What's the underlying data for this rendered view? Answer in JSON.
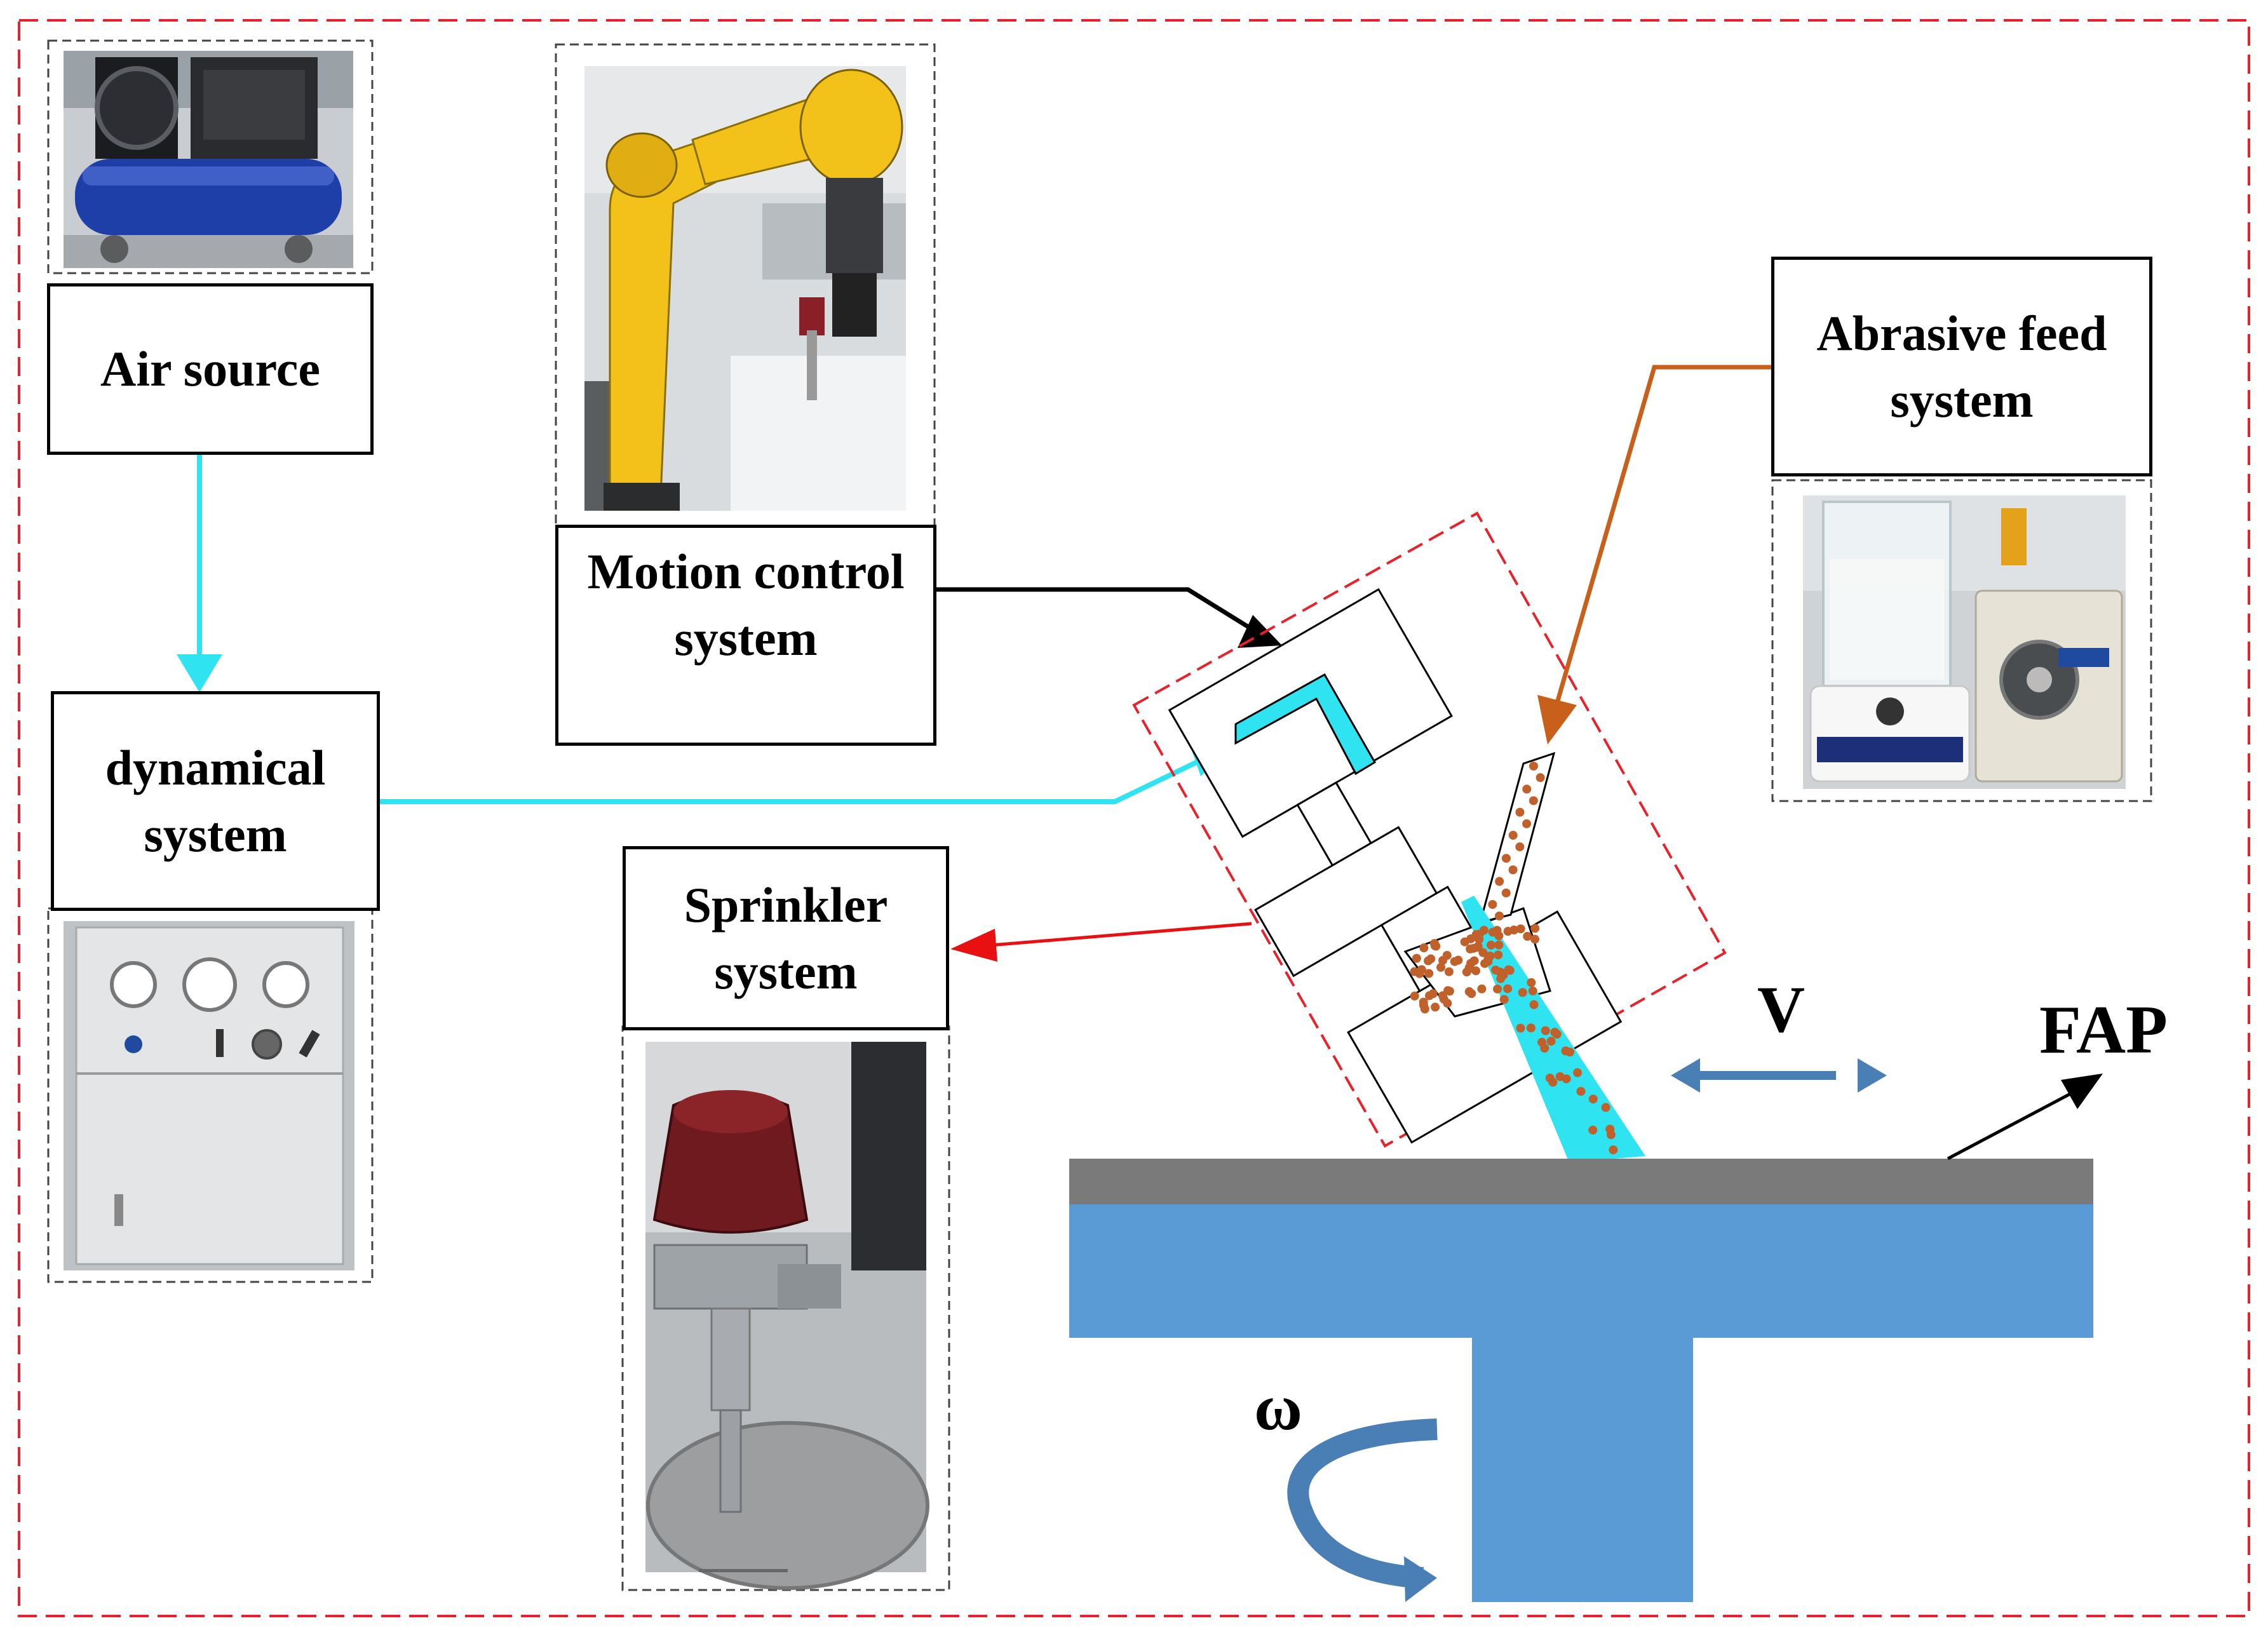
{
  "labels": {
    "air_source": "Air source",
    "motion_control": [
      "Motion control",
      "system"
    ],
    "abrasive_feed": [
      "Abrasive feed",
      "system"
    ],
    "dynamical": [
      "dynamical",
      "system"
    ],
    "sprinkler": [
      "Sprinkler",
      "system"
    ],
    "velocity": "V",
    "fap": "FAP",
    "omega": "ω"
  },
  "photos": {
    "air_compressor": "air-compressor-photo",
    "robot_arm": "robot-arm-photo",
    "abrasive_feeder": "abrasive-feeder-photo",
    "pressure_cabinet": "pressure-cabinet-photo",
    "nozzle": "nozzle-photo"
  },
  "colors": {
    "frame_red": "#e8222a",
    "air_cyan": "#2fe3f0",
    "abrasive_orange": "#c8601c",
    "abrasive_dot": "#c0602a",
    "sprinkler_red": "#e81010",
    "table_blue": "#5b9bd5",
    "fap_gray": "#7a7a7a",
    "arrow_blue": "#4a7fb5"
  }
}
